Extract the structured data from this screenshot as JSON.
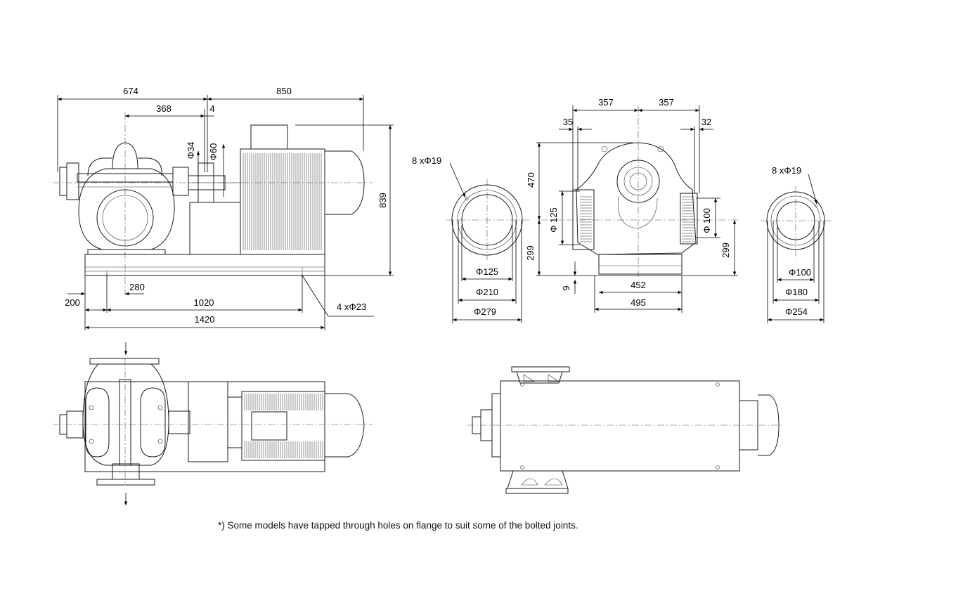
{
  "side_view": {
    "dims": {
      "overall_pump": "674",
      "motor_length": "850",
      "pump_centre": "368",
      "gap": "4",
      "shaft_dia": "Φ34",
      "coupling_dia": "Φ60",
      "height": "839",
      "foot_offset": "280",
      "base_overhang": "200",
      "bolt_span": "1020",
      "base_length": "1420",
      "anchor_holes": "4 xΦ23"
    }
  },
  "suction_flange": {
    "holes": "8 xΦ19",
    "bore": "Φ125",
    "pcd": "Φ210",
    "outer": "Φ279"
  },
  "front_view": {
    "dims": {
      "half_width_left": "357",
      "half_width_right": "357",
      "left_offset": "35",
      "right_offset": "32",
      "top_height": "470",
      "suction_dia": "Φ 125",
      "shaft_height_left": "299",
      "base_thickness": "9",
      "discharge_dia": "Φ 100",
      "shaft_height_right": "299",
      "foot_span": "452",
      "foot_width": "495"
    }
  },
  "discharge_flange": {
    "holes": "8 xΦ19",
    "bore": "Φ100",
    "pcd": "Φ180",
    "outer": "Φ254"
  },
  "footnote": "*) Some models have tapped through holes on flange to suit some of the bolted joints."
}
